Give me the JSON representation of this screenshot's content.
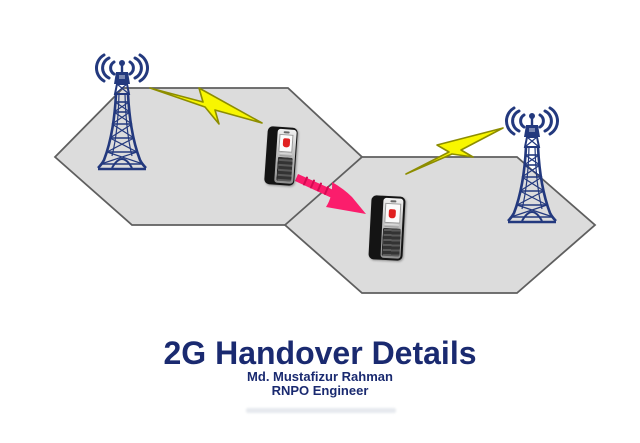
{
  "slide": {
    "title": "2G Handover Details",
    "author": "Md. Mustafizur Rahman",
    "role": "RNPO Engineer"
  },
  "diagram": {
    "cells": [
      {
        "name": "serving-cell-hexagon"
      },
      {
        "name": "target-cell-hexagon"
      }
    ],
    "icons": [
      "cell-tower-icon",
      "radio-waves-icon",
      "mobile-phone-icon",
      "lightning-link-icon",
      "handover-arrow-icon"
    ],
    "tower_count": 2,
    "phone_count": 2
  },
  "colors": {
    "background": "#ffffff",
    "navy": "#1a2a70",
    "tower_blue": "#23397e",
    "cell_fill": "#dcdcdc",
    "cell_border": "#5f5f5f",
    "bolt_fill": "#f8f600",
    "bolt_outline": "#8d8d00",
    "arrow_pink": "#fb1d6c",
    "arrow_pink_dark": "#d40a52",
    "logo_red": "#e02020"
  }
}
